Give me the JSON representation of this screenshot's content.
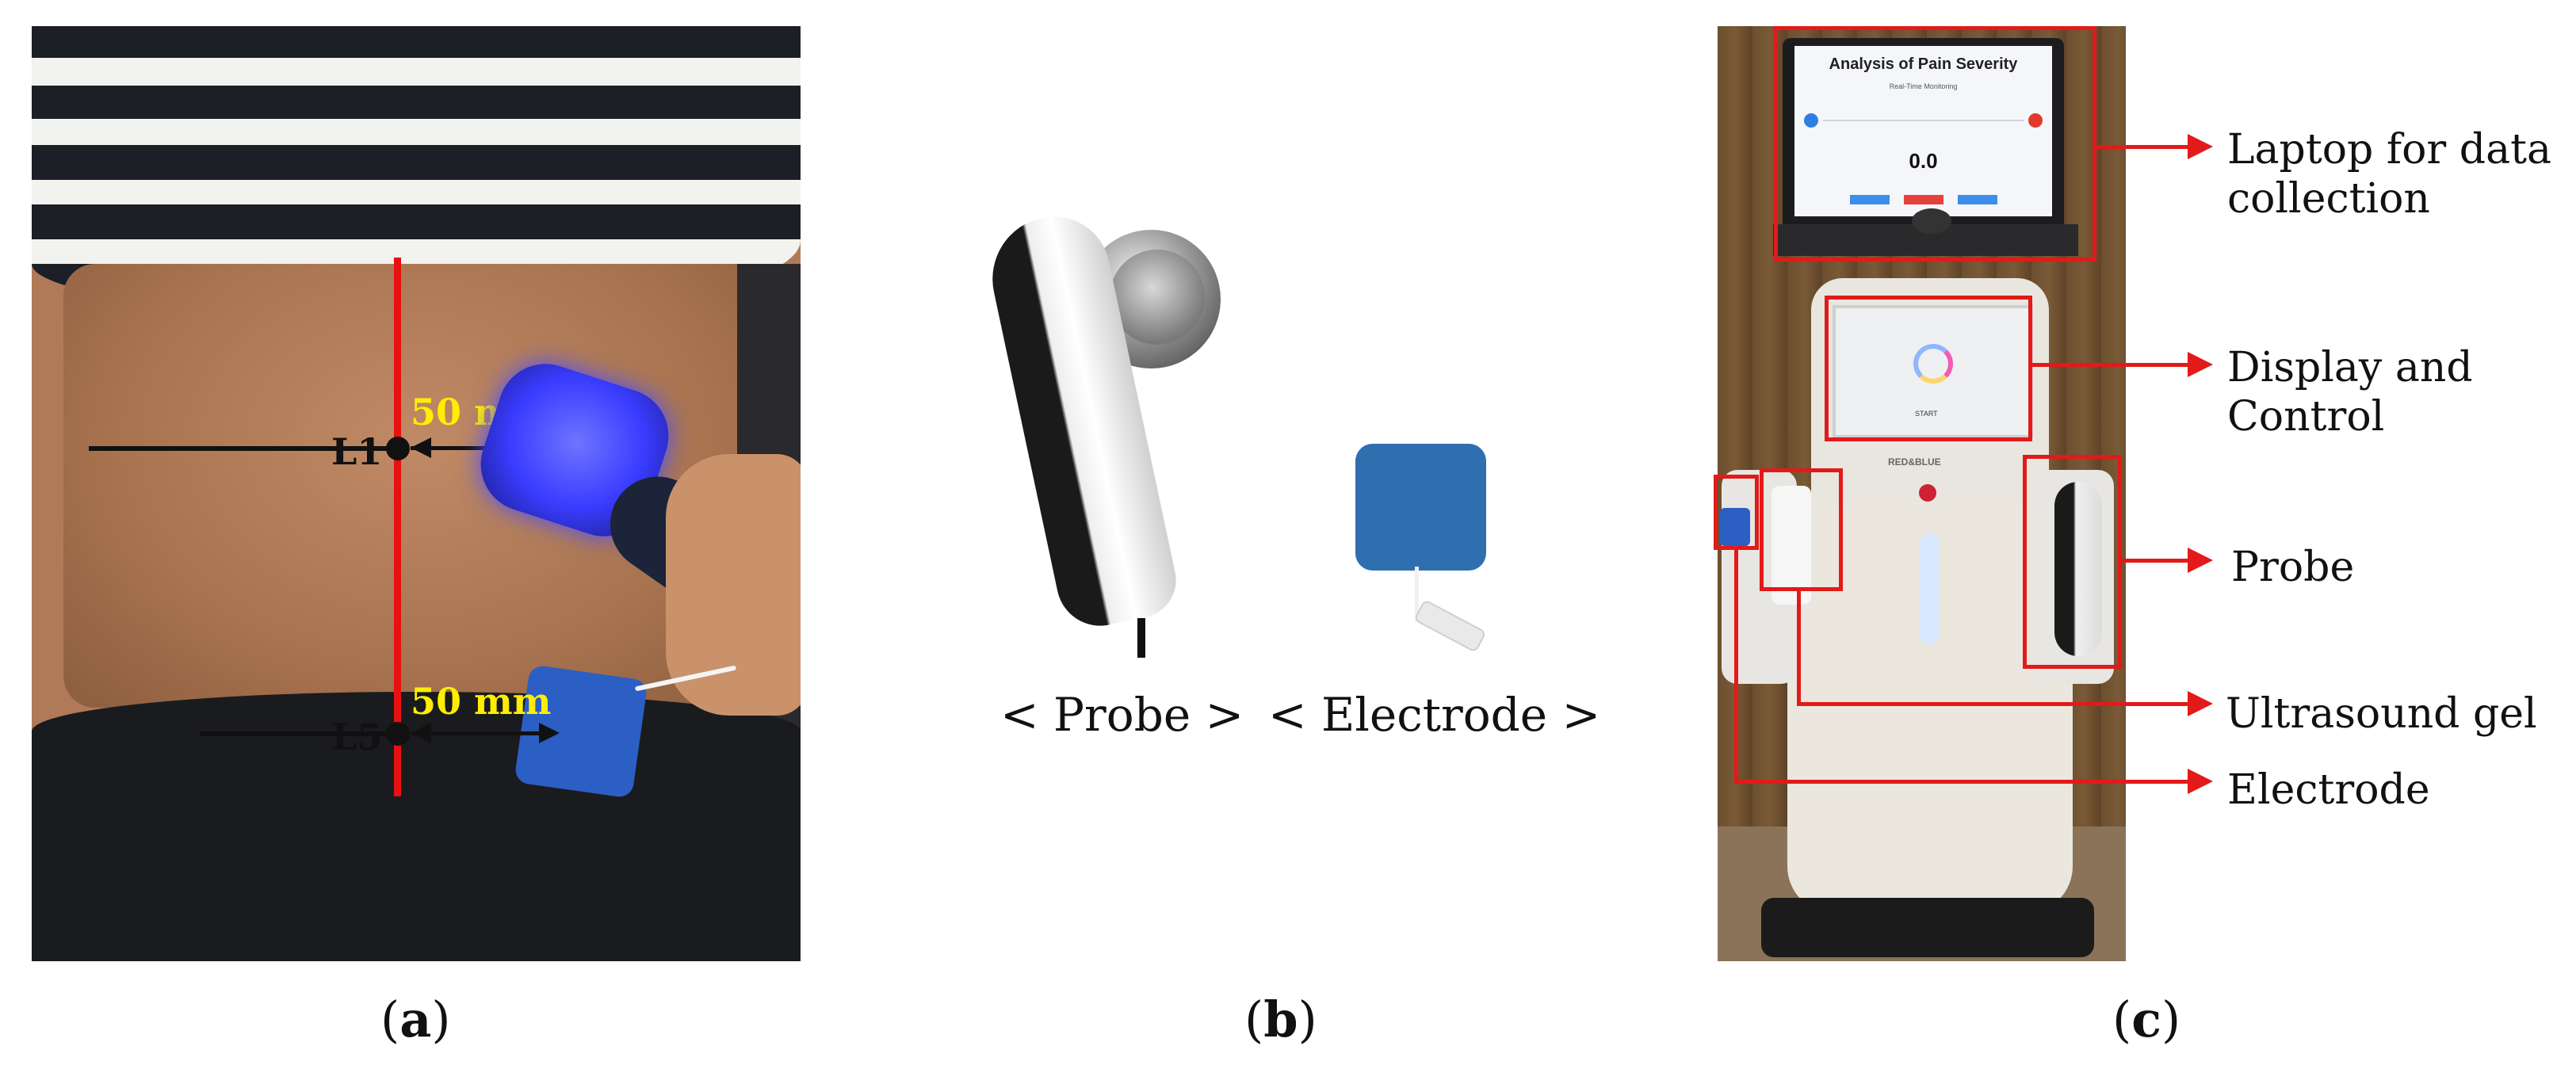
{
  "panel_a": {
    "label_open": "(",
    "label_letter": "a",
    "label_close": ")",
    "vertebra_top": "L1",
    "vertebra_bottom": "L5",
    "distance_top": "50 mm",
    "distance_bottom": "50 mm"
  },
  "panel_b": {
    "label_open": "(",
    "label_letter": "b",
    "label_close": ")",
    "probe_caption": "< Probe >",
    "electrode_caption": "< Electrode >"
  },
  "panel_c": {
    "label_open": "(",
    "label_letter": "c",
    "label_close": ")",
    "laptop_screen": {
      "title": "Analysis of Pain Severity",
      "subtitle": "Real-Time Monitoring",
      "value": "0.0"
    },
    "device_brand": "RED&BLUE",
    "device_start": "START",
    "annotations": {
      "laptop": "Laptop for data collection",
      "display": "Display and Control",
      "probe": "Probe",
      "gel": "Ultrasound gel",
      "electrode": "Electrode"
    }
  },
  "colors": {
    "red_annotation": "#e21a1a",
    "yellow_text": "#ffee00",
    "electrode_blue": "#2b5fc4",
    "probe_glow": "#3a3cff"
  }
}
